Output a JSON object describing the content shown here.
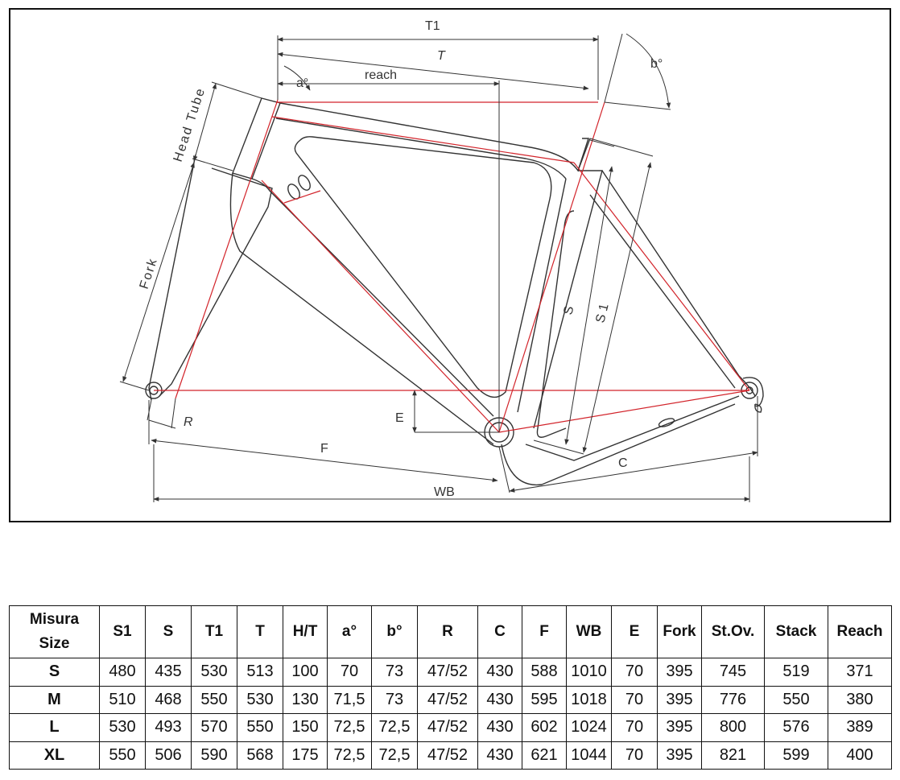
{
  "diagram": {
    "labels": {
      "t1": "T1",
      "t": "T",
      "reach": "reach",
      "a_angle": "a°",
      "b_angle": "b°",
      "head_tube": "Head Tube",
      "fork": "Fork",
      "s": "S",
      "s1": "S 1",
      "e": "E",
      "r": "R",
      "f": "F",
      "c": "C",
      "wb": "WB"
    },
    "colors": {
      "frame": "#333333",
      "geometry": "#d2232a",
      "border": "#111111"
    }
  },
  "table": {
    "size_header": [
      "Misura",
      "Size"
    ],
    "columns": [
      "S1",
      "S",
      "T1",
      "T",
      "H/T",
      "a°",
      "b°",
      "R",
      "C",
      "F",
      "WB",
      "E",
      "Fork",
      "St.Ov.",
      "Stack",
      "Reach"
    ],
    "rows": [
      {
        "size": "S",
        "values": [
          "480",
          "435",
          "530",
          "513",
          "100",
          "70",
          "73",
          "47/52",
          "430",
          "588",
          "1010",
          "70",
          "395",
          "745",
          "519",
          "371"
        ]
      },
      {
        "size": "M",
        "values": [
          "510",
          "468",
          "550",
          "530",
          "130",
          "71,5",
          "73",
          "47/52",
          "430",
          "595",
          "1018",
          "70",
          "395",
          "776",
          "550",
          "380"
        ]
      },
      {
        "size": "L",
        "values": [
          "530",
          "493",
          "570",
          "550",
          "150",
          "72,5",
          "72,5",
          "47/52",
          "430",
          "602",
          "1024",
          "70",
          "395",
          "800",
          "576",
          "389"
        ]
      },
      {
        "size": "XL",
        "values": [
          "550",
          "506",
          "590",
          "568",
          "175",
          "72,5",
          "72,5",
          "47/52",
          "430",
          "621",
          "1044",
          "70",
          "395",
          "821",
          "599",
          "400"
        ]
      }
    ]
  }
}
